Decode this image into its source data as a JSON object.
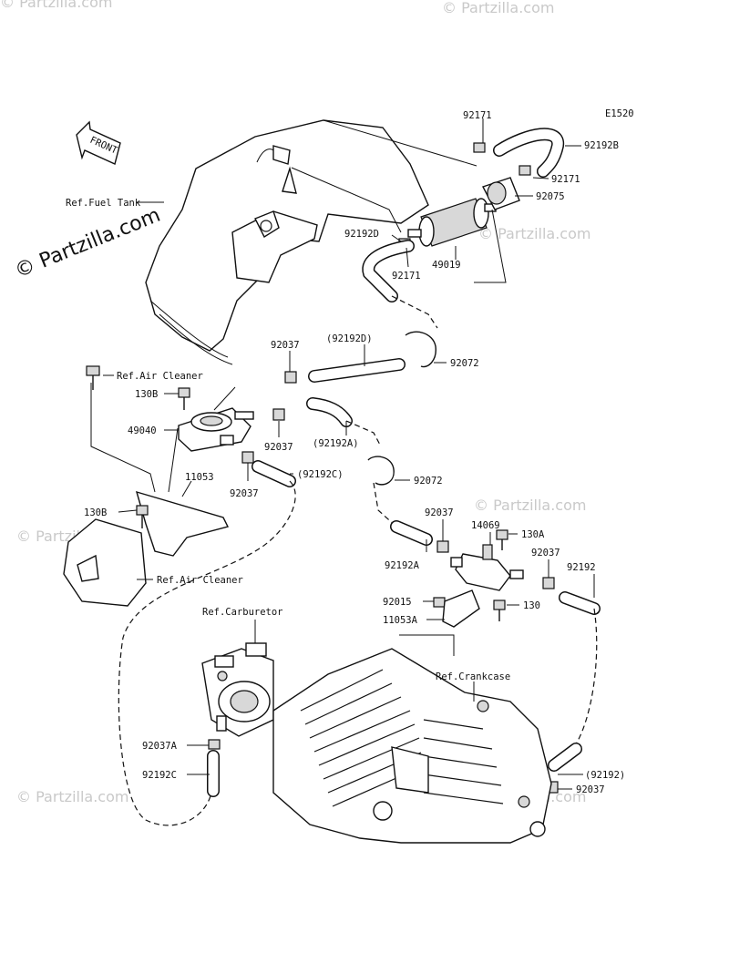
{
  "diagram_code": "E1520",
  "watermarks": {
    "main": "© Partzilla.com",
    "faint": "© Partzilla.com"
  },
  "front_arrow": "FRONT",
  "refs": {
    "fuel_tank": "Ref.Fuel Tank",
    "air_cleaner_top": "Ref.Air Cleaner",
    "air_cleaner_bottom": "Ref.Air Cleaner",
    "carburetor": "Ref.Carburetor",
    "crankcase": "Ref.Crankcase"
  },
  "labels": {
    "p92171_top": "92171",
    "p92192B": "92192B",
    "p92171_right": "92171",
    "p92075": "92075",
    "p92192D": "92192D",
    "p92171_mid": "92171",
    "p49019": "49019",
    "p92037_a": "92037",
    "p92192D_paren": "(92192D)",
    "p92072_top": "92072",
    "p130B_top": "130B",
    "p49040": "49040",
    "p92037_b": "92037",
    "p92192A_paren": "(92192A)",
    "p11053": "11053",
    "p92037_c": "92037",
    "p92192C_paren": "(92192C)",
    "p92072_mid": "92072",
    "p130B_left": "130B",
    "p92037_d": "92037",
    "p14069": "14069",
    "p130A": "130A",
    "p92192A": "92192A",
    "p92037_e": "92037",
    "p92192": "92192",
    "p92015": "92015",
    "p130": "130",
    "p11053A": "11053A",
    "p92037A": "92037A",
    "p92192C": "92192C",
    "p92192_paren": "(92192)",
    "p92037_f": "92037"
  }
}
